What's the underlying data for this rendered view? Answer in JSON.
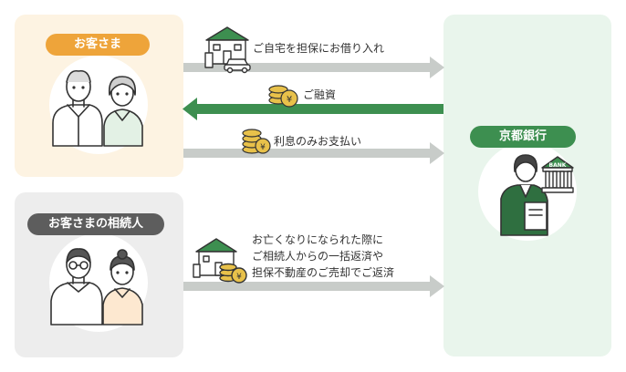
{
  "actors": {
    "customer": {
      "label": "お客さま"
    },
    "heir": {
      "label": "お客さまの相続人"
    },
    "bank": {
      "label": "京都銀行",
      "building_text": "BANK"
    }
  },
  "flows": [
    {
      "text": "ご自宅を担保にお借り入れ",
      "direction": "to-bank",
      "icon": "house-car-icon"
    },
    {
      "text": "ご融資",
      "direction": "to-customer",
      "icon": "yen-coin-icon"
    },
    {
      "text": "利息のみお支払い",
      "direction": "to-bank",
      "icon": "coin-stack-icon"
    },
    {
      "lines": [
        "お亡くなりになられた際に",
        "ご相続人からの一括返済や",
        "担保不動産のご売却でご返済"
      ],
      "direction": "to-bank",
      "icon": "house-coins-icon"
    }
  ],
  "colors": {
    "customer_bg": "#fdf3e2",
    "customer_accent": "#eea43a",
    "heir_bg": "#ededed",
    "heir_accent": "#5d5d5d",
    "bank_bg": "#e9f5ec",
    "bank_accent": "#3d8f50",
    "arrow_gray": "#c8ccc9",
    "arrow_green": "#3d8f50"
  }
}
